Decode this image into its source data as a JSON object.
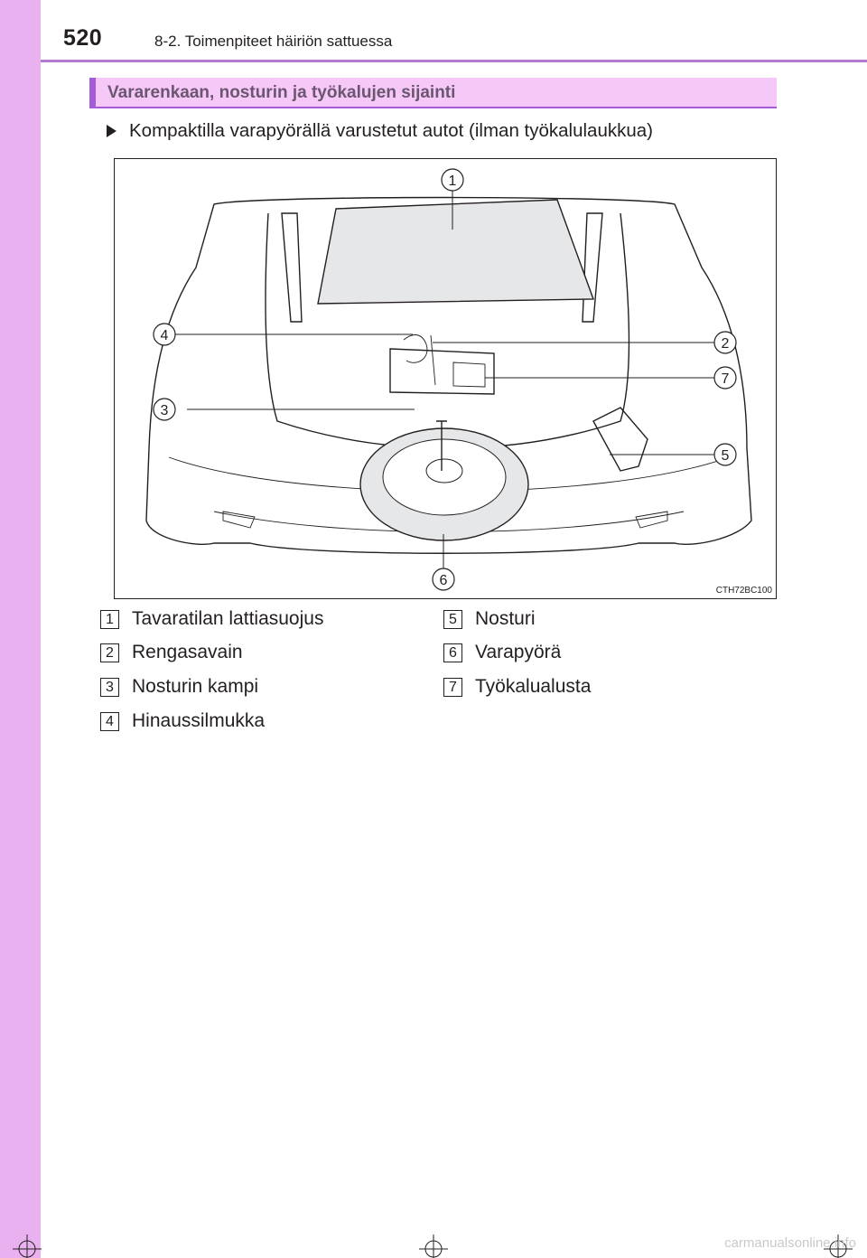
{
  "header": {
    "page_number": "520",
    "chapter_title": "8-2. Toimenpiteet häiriön sattuessa"
  },
  "section": {
    "title": "Vararenkaan, nosturin ja työkalujen sijainti"
  },
  "bullet": {
    "text": "Kompaktilla varapyörällä varustetut autot (ilman työkalulaukkua)"
  },
  "figure": {
    "code": "CTH72BC100",
    "callouts": [
      {
        "num": "1"
      },
      {
        "num": "2"
      },
      {
        "num": "3"
      },
      {
        "num": "4"
      },
      {
        "num": "5"
      },
      {
        "num": "6"
      },
      {
        "num": "7"
      }
    ]
  },
  "legend": [
    {
      "num": "1",
      "label": "Tavaratilan lattiasuojus"
    },
    {
      "num": "2",
      "label": "Rengasavain"
    },
    {
      "num": "3",
      "label": "Nosturin kampi"
    },
    {
      "num": "4",
      "label": "Hinaussilmukka"
    },
    {
      "num": "5",
      "label": "Nosturi"
    },
    {
      "num": "6",
      "label": "Varapyörä"
    },
    {
      "num": "7",
      "label": "Työkalualusta"
    }
  ],
  "watermark": "carmanualsonline.info",
  "colors": {
    "left_band": "#eab1f0",
    "header_rule": "#b37ad0",
    "section_fill": "#f6c8f8",
    "section_accent": "#a45bd8"
  }
}
